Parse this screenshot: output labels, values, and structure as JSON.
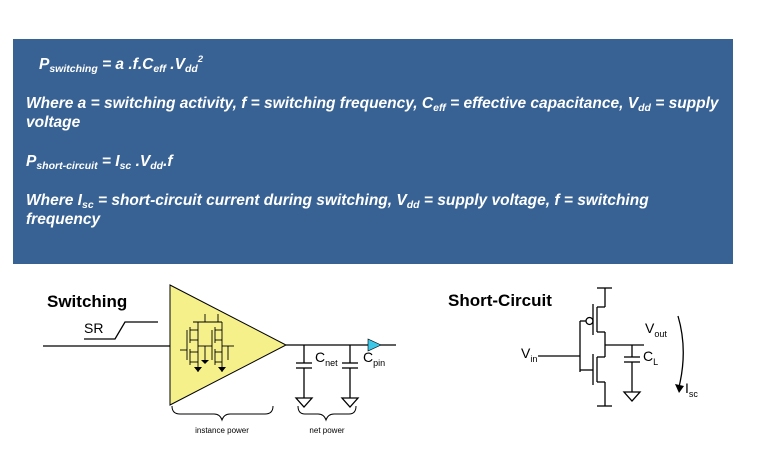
{
  "formulas": {
    "p_switching": {
      "lhs": "P",
      "lhs_sub": "switching",
      "eq": " = a .f.C",
      "c_sub": "eff",
      "dot_v": " .V",
      "v_sub": "dd",
      "sup": "2"
    },
    "switching_def": {
      "t1": "Where a = switching activity, f = switching frequency, C",
      "s1": "eff",
      "t2": " = effective capacitance, V",
      "s2": "dd",
      "t3": " = supply voltage"
    },
    "p_short": {
      "lhs": "P",
      "lhs_sub": "short-circuit",
      "eq": " = I",
      "i_sub": "sc",
      "dot_v": " .V",
      "v_sub": "dd",
      "tail": ".f"
    },
    "short_def": {
      "t1": "Where I",
      "s1": "sc",
      "t2": " = short-circuit current during switching, V",
      "s2": "dd",
      "t3": " = supply voltage, f = switching frequency"
    }
  },
  "switching_diagram": {
    "title": "Switching",
    "sr_label": "SR",
    "c_net": {
      "main": "C",
      "sub": "net"
    },
    "c_pin": {
      "main": "C",
      "sub": "pin"
    },
    "instance_power": "instance power",
    "net_power": "net power",
    "gate_fill": "#f5f08a",
    "driver_fill": "#3cc8e8"
  },
  "short_circuit_diagram": {
    "title": "Short-Circuit",
    "v_in": {
      "main": "V",
      "sub": "in"
    },
    "v_out": {
      "main": "V",
      "sub": "out"
    },
    "c_l": {
      "main": "C",
      "sub": "L"
    },
    "i_sc": {
      "main": "I",
      "sub": "sc"
    }
  }
}
